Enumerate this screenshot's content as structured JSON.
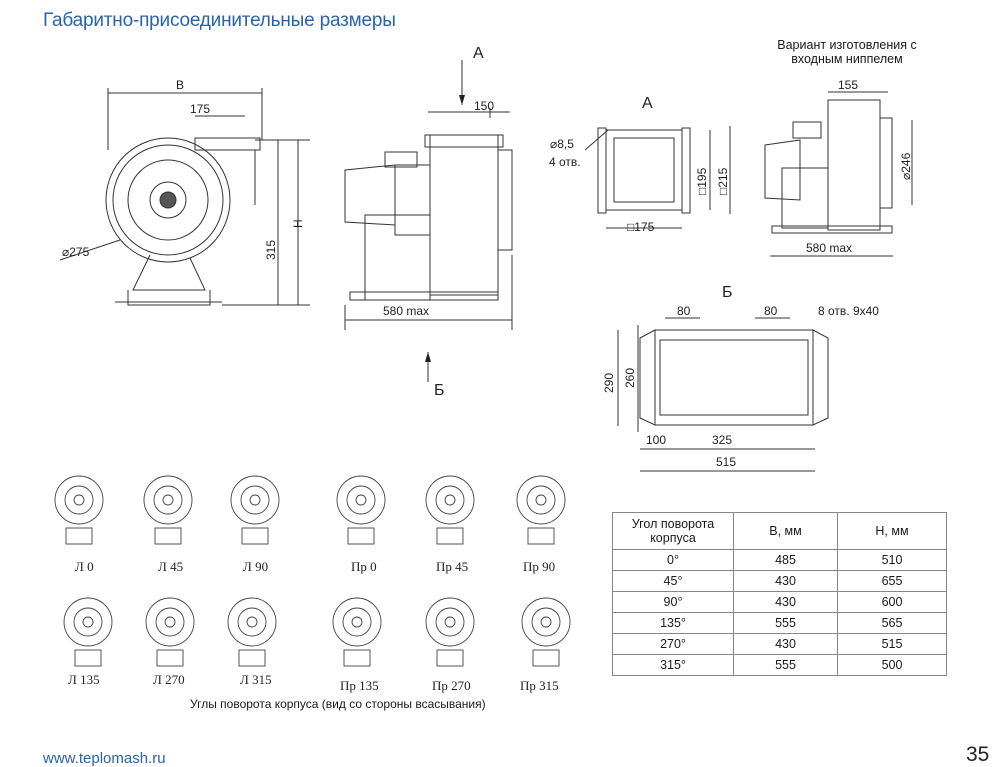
{
  "title": "Габаритно-присоединительные размеры",
  "variant_note": "Вариант изготовления с входным ниппелем",
  "views": {
    "front": {
      "dim_b": "B",
      "dim_175": "175",
      "dim_h": "H",
      "dim_315": "315",
      "dim_275": "⌀275"
    },
    "side": {
      "label_a": "A",
      "dim_150": "150",
      "dim_580": "580 max",
      "label_b": "Б"
    },
    "view_a": {
      "label": "A",
      "hole": "⌀8,5",
      "hole_count": "4 отв.",
      "dim_195": "□195",
      "dim_215": "□215",
      "dim_175": "□175"
    },
    "nipple": {
      "dim_155": "155",
      "dim_246": "⌀246",
      "dim_580": "580 max"
    },
    "view_b": {
      "label": "Б",
      "dim_80a": "80",
      "dim_80b": "80",
      "slots": "8 отв. 9x40",
      "dim_290": "290",
      "dim_260": "260",
      "dim_100": "100",
      "dim_325": "325",
      "dim_515": "515"
    }
  },
  "variants_row1": [
    "Л 0",
    "Л 45",
    "Л 90",
    "Пр 0",
    "Пр 45",
    "Пр 90"
  ],
  "variants_row2": [
    "Л 135",
    "Л 270",
    "Л 315",
    "Пр 135",
    "Пр 270",
    "Пр 315"
  ],
  "variants_caption": "Углы поворота корпуса (вид со стороны всасывания)",
  "table": {
    "headers": [
      "Угол поворота корпуса",
      "B, мм",
      "H, мм"
    ],
    "rows": [
      [
        "0°",
        "485",
        "510"
      ],
      [
        "45°",
        "430",
        "655"
      ],
      [
        "90°",
        "430",
        "600"
      ],
      [
        "135°",
        "555",
        "565"
      ],
      [
        "270°",
        "430",
        "515"
      ],
      [
        "315°",
        "555",
        "500"
      ]
    ]
  },
  "footer_url": "www.teplomash.ru",
  "page_number": "35"
}
